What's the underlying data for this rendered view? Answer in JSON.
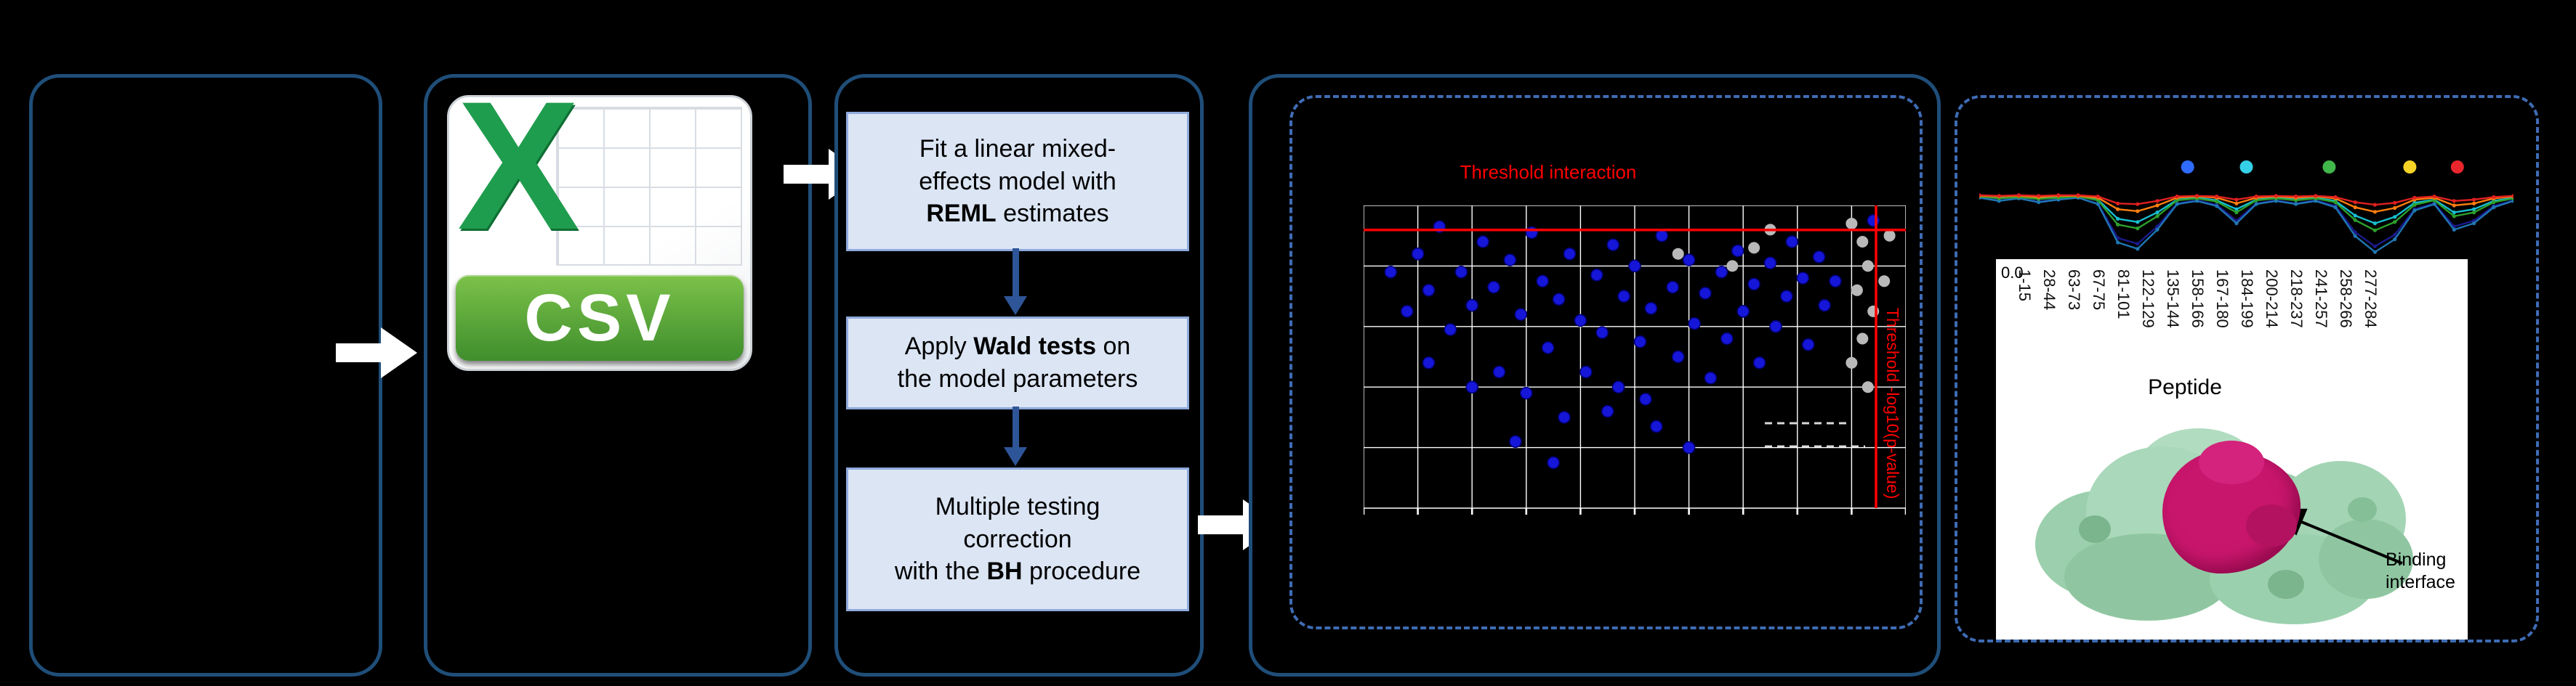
{
  "colors": {
    "panel_border": "#1f4e79",
    "dashed_border": "#3f6cb4",
    "step_box_fill": "#dbe5f4",
    "flow_arrow_blue": "#2e5597",
    "threshold_red": "#ff0000",
    "scatter_point_blue": "#1616d8",
    "scatter_point_gray": "#b9b9b9",
    "csv_green": "#1f9d4e"
  },
  "flow": {
    "box1": {
      "l1": "Fit a linear mixed-",
      "l2": "effects model with",
      "l3_bold": "REML",
      "l3_rest": " estimates"
    },
    "box2": {
      "l1_pre": "Apply ",
      "l1_bold": "Wald tests",
      "l1_post": " on",
      "l2": "the model parameters"
    },
    "box3": {
      "l1": "Multiple testing",
      "l2": "correction",
      "l3_pre": "with the ",
      "l3_bold": "BH",
      "l3_post": " procedure"
    }
  },
  "csv_icon": {
    "letter": "X",
    "label": "CSV"
  },
  "scatter": {
    "title": "Threshold interaction",
    "side_label": "Threshold -log10(p-value)",
    "grid_cols": 10,
    "grid_rows": 5,
    "threshold_h_frac": 0.081,
    "threshold_v_frac": 0.945,
    "blue_points": [
      [
        0.05,
        0.22
      ],
      [
        0.08,
        0.35
      ],
      [
        0.1,
        0.16
      ],
      [
        0.12,
        0.28
      ],
      [
        0.14,
        0.07
      ],
      [
        0.16,
        0.41
      ],
      [
        0.18,
        0.22
      ],
      [
        0.2,
        0.33
      ],
      [
        0.22,
        0.12
      ],
      [
        0.24,
        0.27
      ],
      [
        0.25,
        0.55
      ],
      [
        0.27,
        0.18
      ],
      [
        0.29,
        0.36
      ],
      [
        0.3,
        0.62
      ],
      [
        0.31,
        0.09
      ],
      [
        0.33,
        0.25
      ],
      [
        0.34,
        0.47
      ],
      [
        0.36,
        0.31
      ],
      [
        0.37,
        0.7
      ],
      [
        0.38,
        0.16
      ],
      [
        0.4,
        0.38
      ],
      [
        0.41,
        0.55
      ],
      [
        0.43,
        0.23
      ],
      [
        0.44,
        0.42
      ],
      [
        0.46,
        0.13
      ],
      [
        0.47,
        0.6
      ],
      [
        0.48,
        0.3
      ],
      [
        0.5,
        0.2
      ],
      [
        0.51,
        0.45
      ],
      [
        0.53,
        0.34
      ],
      [
        0.54,
        0.73
      ],
      [
        0.55,
        0.1
      ],
      [
        0.57,
        0.27
      ],
      [
        0.58,
        0.5
      ],
      [
        0.6,
        0.18
      ],
      [
        0.61,
        0.39
      ],
      [
        0.63,
        0.29
      ],
      [
        0.64,
        0.57
      ],
      [
        0.66,
        0.22
      ],
      [
        0.67,
        0.44
      ],
      [
        0.69,
        0.15
      ],
      [
        0.7,
        0.35
      ],
      [
        0.72,
        0.26
      ],
      [
        0.73,
        0.52
      ],
      [
        0.75,
        0.19
      ],
      [
        0.76,
        0.4
      ],
      [
        0.78,
        0.3
      ],
      [
        0.79,
        0.12
      ],
      [
        0.81,
        0.24
      ],
      [
        0.82,
        0.46
      ],
      [
        0.84,
        0.17
      ],
      [
        0.85,
        0.33
      ],
      [
        0.87,
        0.25
      ],
      [
        0.6,
        0.8
      ],
      [
        0.35,
        0.85
      ],
      [
        0.28,
        0.78
      ],
      [
        0.45,
        0.68
      ],
      [
        0.52,
        0.64
      ],
      [
        0.2,
        0.6
      ],
      [
        0.12,
        0.52
      ],
      [
        0.94,
        0.05
      ]
    ],
    "gray_points": [
      [
        0.9,
        0.06
      ],
      [
        0.92,
        0.12
      ],
      [
        0.93,
        0.2
      ],
      [
        0.91,
        0.28
      ],
      [
        0.94,
        0.35
      ],
      [
        0.92,
        0.44
      ],
      [
        0.9,
        0.52
      ],
      [
        0.93,
        0.6
      ],
      [
        0.68,
        0.2
      ],
      [
        0.72,
        0.14
      ],
      [
        0.58,
        0.16
      ],
      [
        0.75,
        0.08
      ],
      [
        0.97,
        0.1
      ],
      [
        0.96,
        0.25
      ]
    ]
  },
  "uptake": {
    "marker_dots": [
      {
        "color": "#2f6bff",
        "x": 0.39
      },
      {
        "color": "#35d0e8",
        "x": 0.5
      },
      {
        "color": "#41b64a",
        "x": 0.655
      },
      {
        "color": "#f5d327",
        "x": 0.806
      },
      {
        "color": "#e8262c",
        "x": 0.895
      }
    ],
    "series": [
      {
        "color": "#1a1a8c",
        "values": [
          0.05,
          0.09,
          0.05,
          0.11,
          0.07,
          0.05,
          0.14,
          0.68,
          0.77,
          0.5,
          0.14,
          0.09,
          0.16,
          0.41,
          0.14,
          0.09,
          0.14,
          0.09,
          0.18,
          0.59,
          0.81,
          0.63,
          0.23,
          0.14,
          0.5,
          0.41,
          0.18,
          0.09
        ]
      },
      {
        "color": "#1f77b4",
        "values": [
          0.05,
          0.1,
          0.06,
          0.12,
          0.08,
          0.05,
          0.15,
          0.75,
          0.85,
          0.55,
          0.15,
          0.1,
          0.18,
          0.45,
          0.15,
          0.1,
          0.15,
          0.1,
          0.2,
          0.65,
          0.9,
          0.7,
          0.25,
          0.15,
          0.55,
          0.45,
          0.2,
          0.1
        ]
      },
      {
        "color": "#17becf",
        "values": [
          0.03,
          0.05,
          0.03,
          0.06,
          0.04,
          0.03,
          0.08,
          0.38,
          0.43,
          0.28,
          0.08,
          0.05,
          0.09,
          0.23,
          0.08,
          0.05,
          0.08,
          0.05,
          0.1,
          0.33,
          0.45,
          0.35,
          0.13,
          0.08,
          0.28,
          0.23,
          0.1,
          0.05
        ]
      },
      {
        "color": "#2ca02c",
        "values": [
          0.03,
          0.06,
          0.04,
          0.07,
          0.05,
          0.03,
          0.09,
          0.47,
          0.53,
          0.34,
          0.09,
          0.06,
          0.11,
          0.28,
          0.09,
          0.06,
          0.09,
          0.06,
          0.12,
          0.4,
          0.56,
          0.43,
          0.16,
          0.09,
          0.34,
          0.28,
          0.12,
          0.06
        ]
      },
      {
        "color": "#ff7f0e",
        "values": [
          0.02,
          0.03,
          0.02,
          0.04,
          0.02,
          0.02,
          0.05,
          0.23,
          0.26,
          0.17,
          0.05,
          0.03,
          0.05,
          0.14,
          0.05,
          0.03,
          0.05,
          0.03,
          0.06,
          0.2,
          0.27,
          0.21,
          0.08,
          0.05,
          0.17,
          0.14,
          0.06,
          0.03
        ]
      },
      {
        "color": "#e02020",
        "values": [
          0.01,
          0.02,
          0.01,
          0.02,
          0.01,
          0.01,
          0.03,
          0.14,
          0.15,
          0.1,
          0.03,
          0.02,
          0.03,
          0.08,
          0.03,
          0.02,
          0.03,
          0.02,
          0.04,
          0.12,
          0.16,
          0.13,
          0.05,
          0.03,
          0.1,
          0.08,
          0.04,
          0.02
        ]
      }
    ]
  },
  "peptide_axis": {
    "zero_label": "0.0",
    "labels": [
      "1-15",
      "28-44",
      "63-73",
      "67-75",
      "81-101",
      "122-129",
      "135-144",
      "158-166",
      "167-180",
      "184-199",
      "200-214",
      "218-237",
      "241-257",
      "258-266",
      "277-284"
    ],
    "title": "Peptide"
  },
  "annotation": {
    "line1": "Binding",
    "line2": "interface"
  }
}
